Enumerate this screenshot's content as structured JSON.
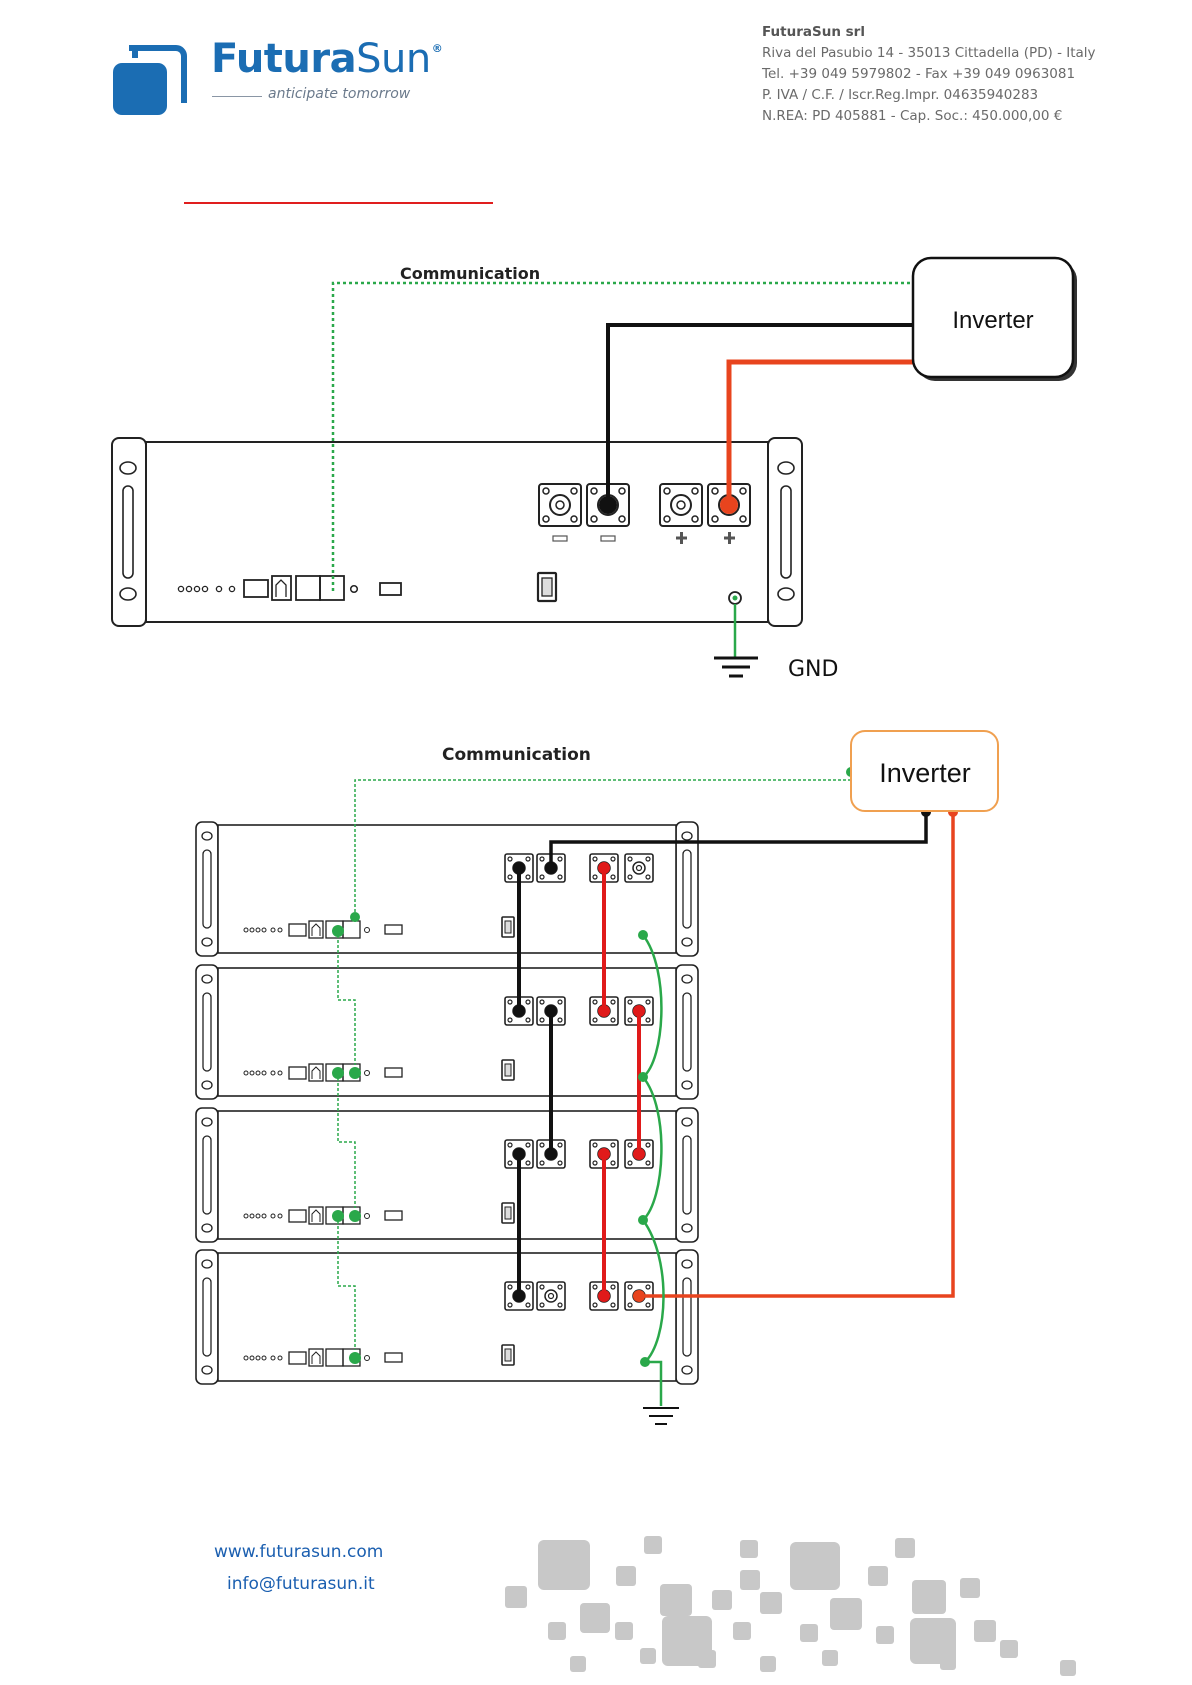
{
  "header": {
    "brand_main": "Futura",
    "brand_second": "Sun",
    "brand_mark": "®",
    "tagline": "anticipate tomorrow",
    "company": {
      "name": "FuturaSun srl",
      "address": "Riva del Pasubio 14 - 35013 Cittadella (PD) - Italy",
      "phone": "Tel. +39 049 5979802 - Fax +39 049 0963081",
      "vat": "P. IVA / C.F. / Iscr.Reg.Impr. 04635940283",
      "rea": "N.REA: PD 405881 - Cap. Soc.: 450.000,00 €"
    }
  },
  "diagram_single": {
    "communication_label": "Communication",
    "inverter_label": "Inverter",
    "ground_label": "GND",
    "terminal_minus": "−",
    "terminal_plus": "+"
  },
  "diagram_stack": {
    "communication_label": "Communication",
    "inverter_label": "Inverter",
    "module_count": 4
  },
  "colors": {
    "brand_blue": "#1b6db3",
    "positive_cable": "#e8441e",
    "parallel_positive": "#e01a1a",
    "negative_cable": "#111111",
    "communication": "#2aa84a",
    "ground": "#2aa84a",
    "inverter_border_stack": "#f0a050"
  },
  "footer": {
    "website": "www.futurasun.com",
    "email": "info@futurasun.it"
  }
}
